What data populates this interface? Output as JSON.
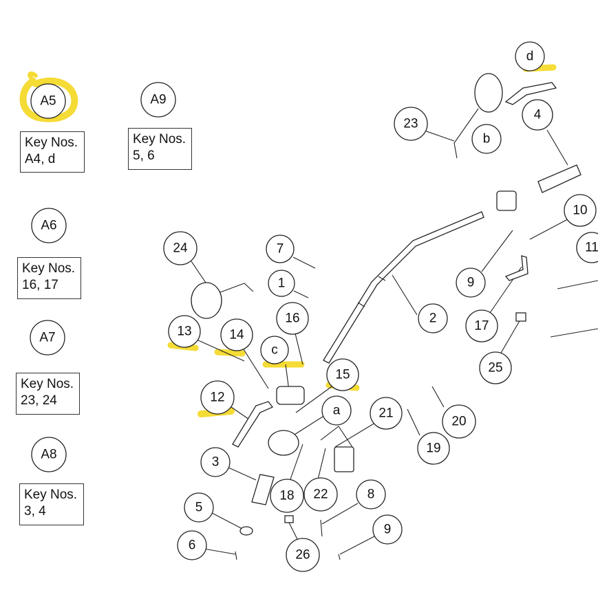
{
  "sets": [
    {
      "id": "A5",
      "lines": [
        "Key Nos.",
        "A4, d"
      ],
      "highlighted": true
    },
    {
      "id": "A9",
      "lines": [
        "Key Nos.",
        "5, 6"
      ],
      "highlighted": false
    },
    {
      "id": "A6",
      "lines": [
        "Key Nos.",
        "16, 17"
      ],
      "highlighted": false
    },
    {
      "id": "A7",
      "lines": [
        "Key Nos.",
        "23, 24"
      ],
      "highlighted": false
    },
    {
      "id": "A8",
      "lines": [
        "Key Nos.",
        "3, 4"
      ],
      "highlighted": false
    }
  ],
  "callouts": [
    "d",
    "23",
    "b",
    "4",
    "10",
    "11",
    "2",
    "9",
    "17",
    "25",
    "24",
    "7",
    "1",
    "16",
    "13",
    "14",
    "c",
    "15",
    "12",
    "a",
    "21",
    "20",
    "19",
    "3",
    "18",
    "22",
    "8",
    "5",
    "6",
    "9",
    "26"
  ],
  "highlighted_callouts": [
    "A5",
    "d",
    "13",
    "14",
    "c",
    "15",
    "12"
  ],
  "colors": {
    "highlight": "#f4d820",
    "line": "#222222",
    "background": "#ffffff"
  }
}
